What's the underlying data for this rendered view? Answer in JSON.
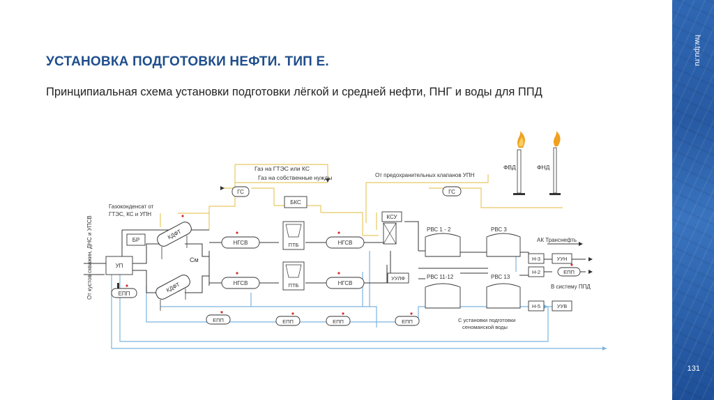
{
  "slide": {
    "title": "УСТАНОВКА ПОДГОТОВКИ НЕФТИ. ТИП Е.",
    "subtitle": "Принципиальная схема установки подготовки лёгкой и средней нефти, ПНГ и воды для ППД",
    "site": "hw.tpu.ru",
    "page_number": "131"
  },
  "diagram": {
    "labels": {
      "gas_to_gtes": "Газ на ГТЭС или КС",
      "gas_own_needs": "Газ на собственные нужды",
      "from_valves": "От предохранительных клапанов УПН",
      "fvd": "ФВД",
      "fnd": "ФНД",
      "gs_left": "ГС",
      "gs_right": "ГС",
      "bks": "БКС",
      "ksu": "КСУ",
      "gascond_1": "Газоконденсат от",
      "gascond_2": "ГТЭС, КС и УПН",
      "from_wells": "От кустов скважин, ДНС и УПСВ",
      "br": "БР",
      "up": "УП",
      "epp_main": "ЕПП",
      "kdft_top": "КДФТ",
      "kdft_bot": "КДФТ",
      "sm": "См",
      "ngsv_1": "НГСВ",
      "ngsv_2": "НГСВ",
      "ngsv_3": "НГСВ",
      "ngsv_4": "НГСВ",
      "ptb_top": "ПТБ",
      "ptb_bot": "ПТБ",
      "uulf": "УУЛФ",
      "rvs_12": "РВС 1 - 2",
      "rvs_3": "РВС 3",
      "rvs_1112": "РВС 11-12",
      "rvs_13": "РВС 13",
      "n3": "Н-3",
      "n2": "Н-2",
      "n5": "Н-5",
      "uun": "УУН",
      "uuv": "УУВ",
      "epp_right": "ЕПП",
      "ak_transneft": "АК Транснефть",
      "to_ppd": "В систему ППД",
      "from_senoman_1": "С установки подготовки",
      "from_senoman_2": "сеноманской воды",
      "epp_b1": "ЕПП",
      "epp_b2": "ЕПП",
      "epp_b3": "ЕПП",
      "epp_b4": "ЕПП"
    }
  },
  "colors": {
    "title": "#1f4e8c",
    "gas_line": "#e8c860",
    "water_line": "#7ab4e0",
    "oil_line": "#333333",
    "band": "#2f67b3",
    "flame": "#f0a020"
  }
}
